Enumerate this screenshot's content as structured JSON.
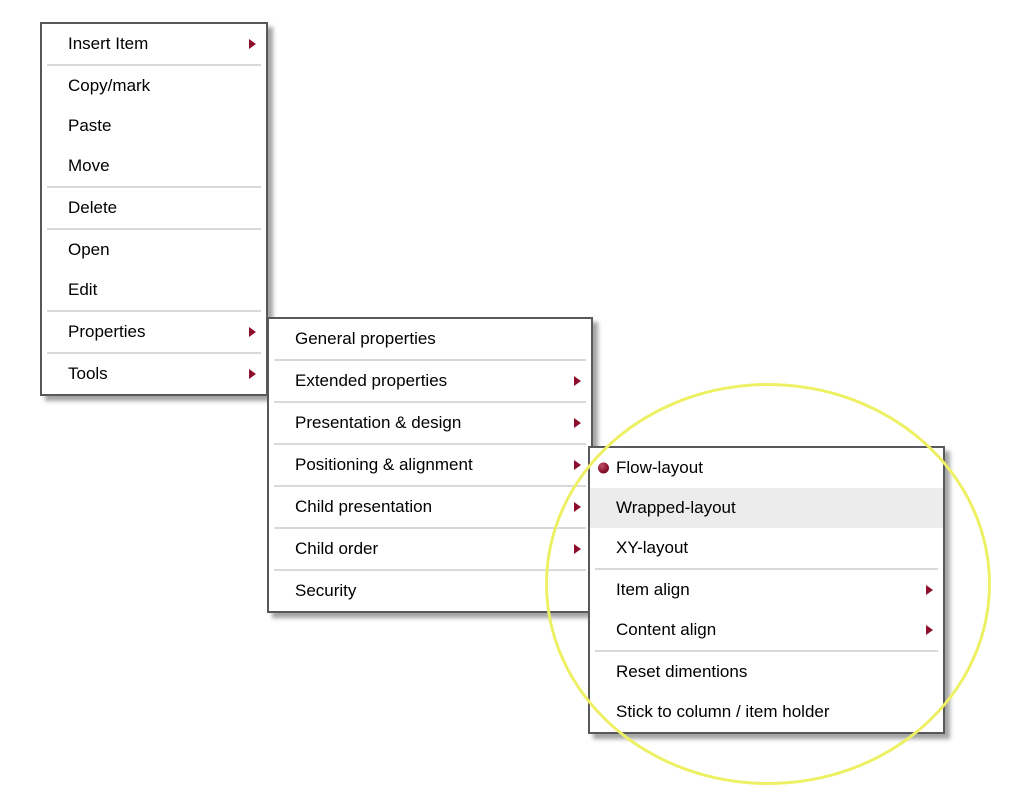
{
  "colors": {
    "accent": "#8e0e2e",
    "menu_border": "#58585a",
    "separator": "#d9d9d9",
    "highlight": "#ececec",
    "text": "#000000",
    "menu_bg": "#ffffff",
    "ellipse": "#edf064"
  },
  "menus": {
    "context": {
      "items": [
        {
          "label": "Insert Item",
          "has_submenu": true,
          "separator_after": true
        },
        {
          "label": "Copy/mark",
          "has_submenu": false,
          "separator_after": false
        },
        {
          "label": "Paste",
          "has_submenu": false,
          "separator_after": false
        },
        {
          "label": "Move",
          "has_submenu": false,
          "separator_after": true
        },
        {
          "label": "Delete",
          "has_submenu": false,
          "separator_after": true
        },
        {
          "label": "Open",
          "has_submenu": false,
          "separator_after": false
        },
        {
          "label": "Edit",
          "has_submenu": false,
          "separator_after": true
        },
        {
          "label": "Properties",
          "has_submenu": true,
          "separator_after": true,
          "submenu_open": true
        },
        {
          "label": "Tools",
          "has_submenu": true,
          "separator_after": false
        }
      ]
    },
    "properties": {
      "items": [
        {
          "label": "General properties",
          "has_submenu": false,
          "separator_after": true
        },
        {
          "label": "Extended properties",
          "has_submenu": true,
          "separator_after": true
        },
        {
          "label": "Presentation & design",
          "has_submenu": true,
          "separator_after": true
        },
        {
          "label": "Positioning & alignment",
          "has_submenu": true,
          "separator_after": true,
          "submenu_open": true
        },
        {
          "label": "Child presentation",
          "has_submenu": true,
          "separator_after": true
        },
        {
          "label": "Child order",
          "has_submenu": true,
          "separator_after": true
        },
        {
          "label": "Security",
          "has_submenu": false,
          "separator_after": false
        }
      ]
    },
    "positioning": {
      "items": [
        {
          "label": "Flow-layout",
          "has_submenu": false,
          "separator_after": false,
          "selected_radio": true
        },
        {
          "label": "Wrapped-layout",
          "has_submenu": false,
          "separator_after": false,
          "highlighted": true
        },
        {
          "label": "XY-layout",
          "has_submenu": false,
          "separator_after": true
        },
        {
          "label": "Item align",
          "has_submenu": true,
          "separator_after": false
        },
        {
          "label": "Content align",
          "has_submenu": true,
          "separator_after": true
        },
        {
          "label": "Reset dimentions",
          "has_submenu": false,
          "separator_after": false
        },
        {
          "label": "Stick to column / item holder",
          "has_submenu": false,
          "separator_after": false
        }
      ]
    }
  },
  "annotation": {
    "type": "ellipse-highlight",
    "color": "#edf064"
  }
}
